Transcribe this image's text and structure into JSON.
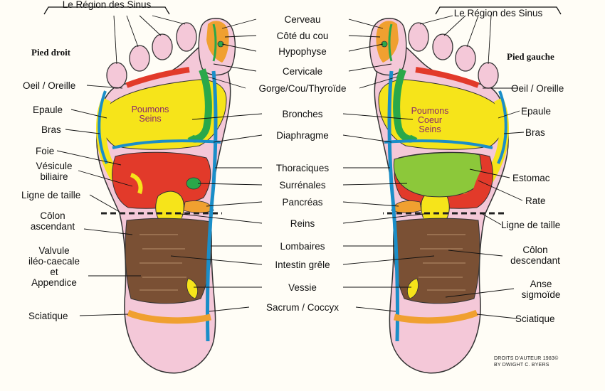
{
  "titles": {
    "right_foot": "Pied droit",
    "left_foot": "Pied gauche",
    "sinus_left": "Le Région des Sinus",
    "sinus_right": "Le Région des Sinus"
  },
  "center_labels": [
    "Cerveau",
    "Côté du cou",
    "Hypophyse",
    "Cervicale",
    "Gorge/Cou/Thyroïde",
    "Bronches",
    "Diaphragme",
    "Thoraciques",
    "Surrénales",
    "Pancréas",
    "Reins",
    "Lombaires",
    "Intestin grêle",
    "Vessie",
    "Sacrum / Coccyx"
  ],
  "left_labels": {
    "oeil": "Oeil / Oreille",
    "epaule": "Epaule",
    "bras": "Bras",
    "foie": "Foie",
    "vesicule_1": "Vésicule",
    "vesicule_2": "biliaire",
    "ligne": "Ligne de taille",
    "colon_1": "Côlon",
    "colon_2": "ascendant",
    "valvule_1": "Valvule",
    "valvule_2": "iléo-caecale",
    "valvule_3": "et",
    "valvule_4": "Appendice",
    "sciatique": "Sciatique"
  },
  "right_labels": {
    "oeil": "Oeil / Oreille",
    "epaule": "Epaule",
    "bras": "Bras",
    "estomac": "Estomac",
    "rate": "Rate",
    "ligne": "Ligne de taille",
    "colon_1": "Côlon",
    "colon_2": "descendant",
    "anse_1": "Anse",
    "anse_2": "sigmoïde",
    "sciatique": "Sciatique"
  },
  "inner_labels": {
    "left_1": "Poumons",
    "left_2": "Seins",
    "right_1": "Poumons",
    "right_2": "Coeur",
    "right_3": "Seins"
  },
  "copyright": {
    "line1": "DROITS D'AUTEUR 1983©",
    "line2": "BY DWIGHT C. BYERS"
  },
  "colors": {
    "skin": "#f4c8d8",
    "lungs": "#f6e41a",
    "liver": "#e23a2a",
    "spine": "#1a8ec8",
    "neck": "#2aa84a",
    "brain": "#f0a030",
    "intestine": "#7a5034",
    "stomach": "#8cc83a",
    "outline": "#333333"
  }
}
